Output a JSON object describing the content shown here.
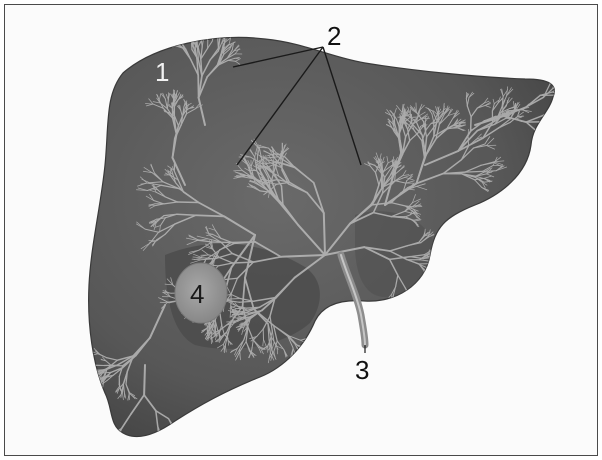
{
  "figure": {
    "colors": {
      "background": "#fbfbfb",
      "border": "#4a4a4a",
      "organ": "#5b5b5b",
      "organ_shadow": "#3f3f3f",
      "vessels": "#b9b9b9",
      "tumor": "#9a9a9a",
      "callout_light": "#f2f2f2",
      "callout_dark": "#111111"
    },
    "labels": {
      "label_1": "1",
      "label_2": "2",
      "label_3": "3",
      "label_4": "4"
    }
  }
}
